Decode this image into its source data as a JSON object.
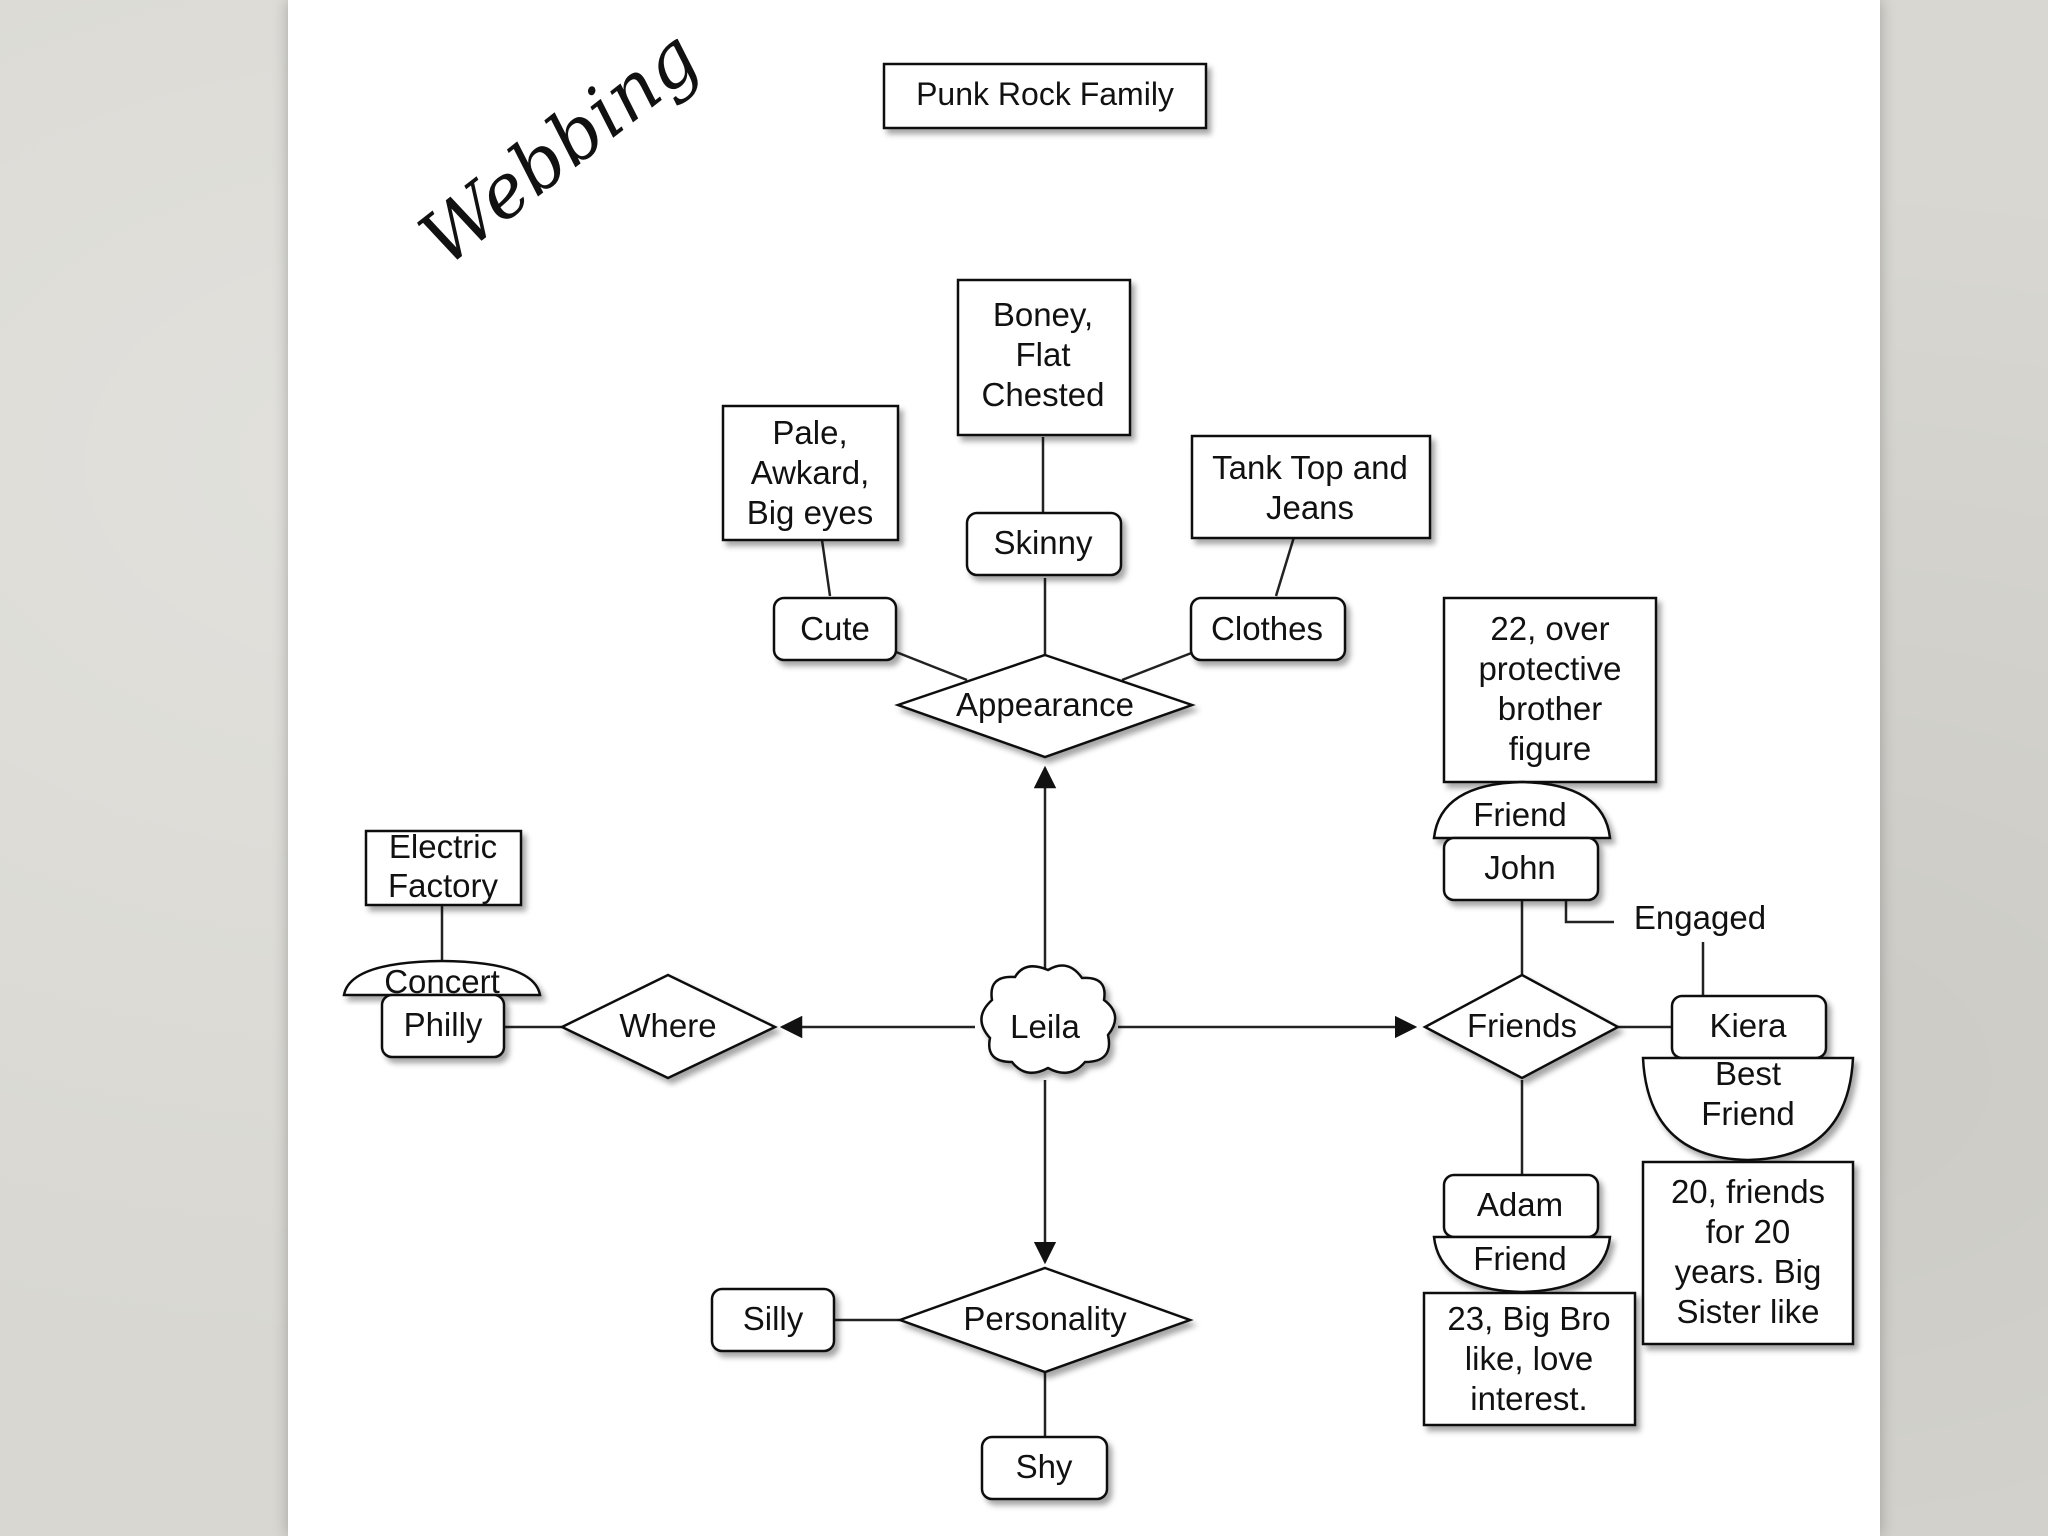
{
  "slide": {
    "heading": "Webbing"
  },
  "diagram": {
    "title": "Punk Rock Family",
    "center": "Leila",
    "appearance": {
      "hub": "Appearance",
      "cute": "Cute",
      "cute_detail": [
        "Pale,",
        "Awkard,",
        "Big eyes"
      ],
      "skinny": "Skinny",
      "skinny_detail": [
        "Boney,",
        "Flat",
        "Chested"
      ],
      "clothes": "Clothes",
      "clothes_detail": [
        "Tank Top and",
        "Jeans"
      ]
    },
    "where": {
      "hub": "Where",
      "place": "Philly",
      "event": "Concert",
      "venue": [
        "Electric",
        "Factory"
      ]
    },
    "personality": {
      "hub": "Personality",
      "trait_left": "Silly",
      "trait_bottom": "Shy"
    },
    "friends": {
      "hub": "Friends",
      "john": {
        "name": "John",
        "role": "Friend",
        "detail": [
          "22, over",
          "protective",
          "brother",
          "figure"
        ]
      },
      "relation": "Engaged",
      "kiera": {
        "name": "Kiera",
        "role": [
          "Best",
          "Friend"
        ],
        "detail": [
          "20, friends",
          "for 20",
          "years. Big",
          "Sister like"
        ]
      },
      "adam": {
        "name": "Adam",
        "role": "Friend",
        "detail": [
          "23, Big Bro",
          "like, love",
          "interest."
        ]
      }
    }
  }
}
